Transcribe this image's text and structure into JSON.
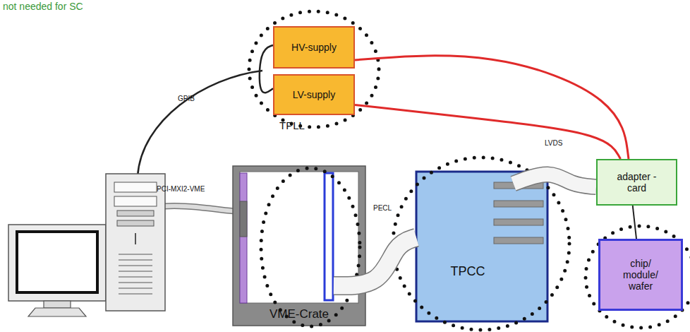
{
  "diagram": {
    "nodes": [
      {
        "text": [
          "HV-supply"
        ]
      },
      {
        "text": [
          "LV-supply"
        ]
      },
      {
        "text": [
          "VME-Crate"
        ]
      },
      {
        "text": [
          "TPCC"
        ]
      },
      {
        "text": [
          "adapter -card"
        ]
      },
      {
        "text": [
          "chip/ module/ wafer"
        ]
      }
    ],
    "edges": [
      {
        "from": 0,
        "to": 1,
        "arrow": "none"
      },
      {
        "from": 0,
        "to": 4,
        "arrow": "none"
      },
      {
        "from": 1,
        "to": 4,
        "arrow": "none"
      },
      {
        "from": 2,
        "to": 3,
        "label": "PECL",
        "arrow": "none"
      },
      {
        "from": 3,
        "to": 4,
        "label": "LVDS",
        "arrow": "none"
      },
      {
        "from": 4,
        "to": 5,
        "arrow": "none"
      }
    ],
    "labels": [
      "not needed for SC",
      "GPIB",
      "TPLL",
      "PCI-MXI2-VME"
    ]
  }
}
